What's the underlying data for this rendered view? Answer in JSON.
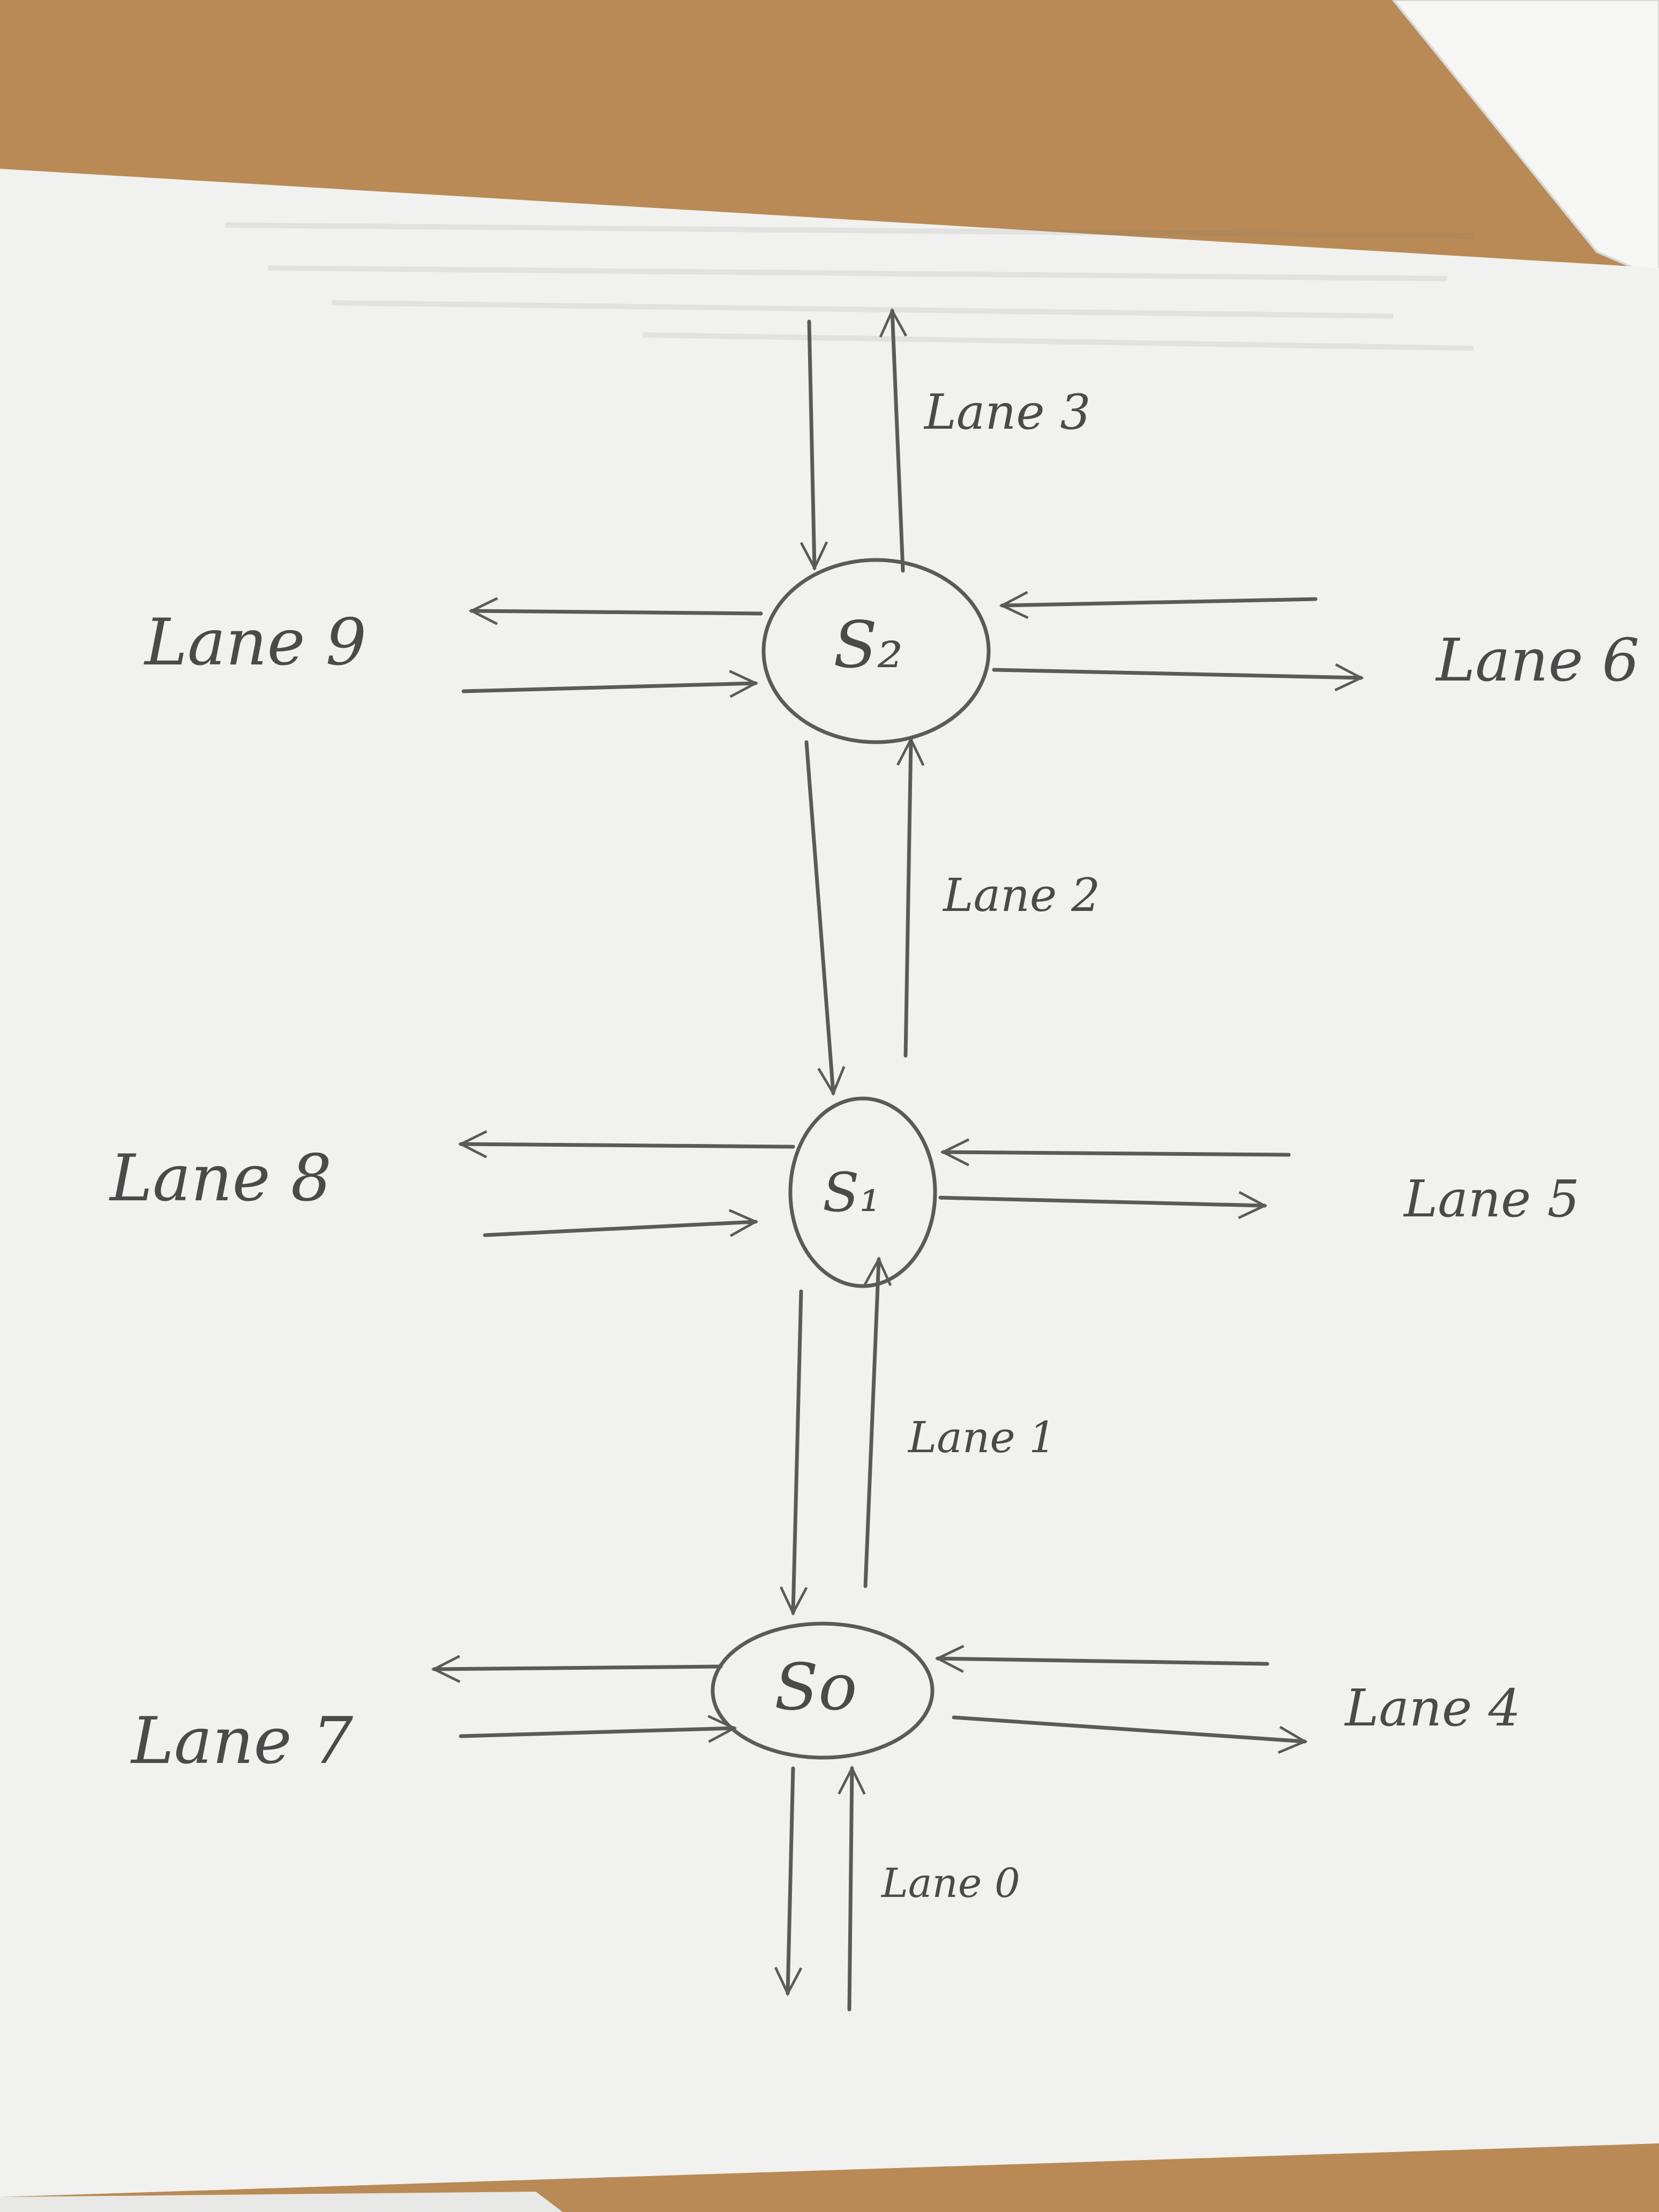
{
  "diagram": {
    "nodes": [
      {
        "id": "S0",
        "label": "So"
      },
      {
        "id": "S1",
        "label": "S₁"
      },
      {
        "id": "S2",
        "label": "S₂"
      }
    ],
    "lanes": [
      {
        "id": "lane0",
        "label": "Lane 0"
      },
      {
        "id": "lane1",
        "label": "Lane 1"
      },
      {
        "id": "lane2",
        "label": "Lane 2"
      },
      {
        "id": "lane3",
        "label": "Lane 3"
      },
      {
        "id": "lane4",
        "label": "Lane 4"
      },
      {
        "id": "lane5",
        "label": "Lane 5"
      },
      {
        "id": "lane6",
        "label": "Lane 6"
      },
      {
        "id": "lane7",
        "label": "Lane 7"
      },
      {
        "id": "lane8",
        "label": "Lane 8"
      },
      {
        "id": "lane9",
        "label": "Lane 9"
      }
    ]
  },
  "colors": {
    "desk": "#b98a55",
    "paper": "#f1f1ef",
    "pencil": "#5a5a5a"
  }
}
